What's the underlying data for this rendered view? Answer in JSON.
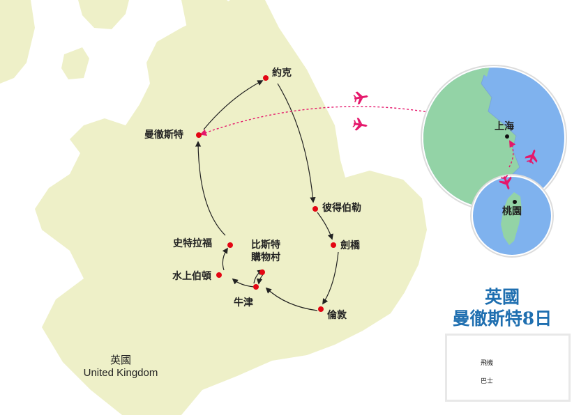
{
  "map": {
    "title_line1": "英國",
    "title_line2": "曼徹斯特8日",
    "country": {
      "name_zh": "英國",
      "name_en": "United Kingdom"
    },
    "cities": {
      "york": "約克",
      "manchester": "曼徹斯特",
      "peterborough": "彼得伯勒",
      "cambridge": "劍橋",
      "london": "倫敦",
      "oxford": "牛津",
      "bicester_line1": "比斯特",
      "bicester_line2": "購物村",
      "stratford": "史特拉福",
      "bourton": "水上伯頓"
    },
    "inset": {
      "shanghai": "上海",
      "taoyuan": "桃園"
    },
    "legend": {
      "flight": "飛機",
      "bus": "巴士"
    },
    "colors": {
      "land": "#eef0c8",
      "sea": "#ffffff",
      "inset_sea": "#7fb2ee",
      "inset_land": "#93d3a6",
      "city_dot": "#e30613",
      "flight": "#e5176b",
      "bus": "#222222",
      "title": "#1f6fb0"
    }
  }
}
